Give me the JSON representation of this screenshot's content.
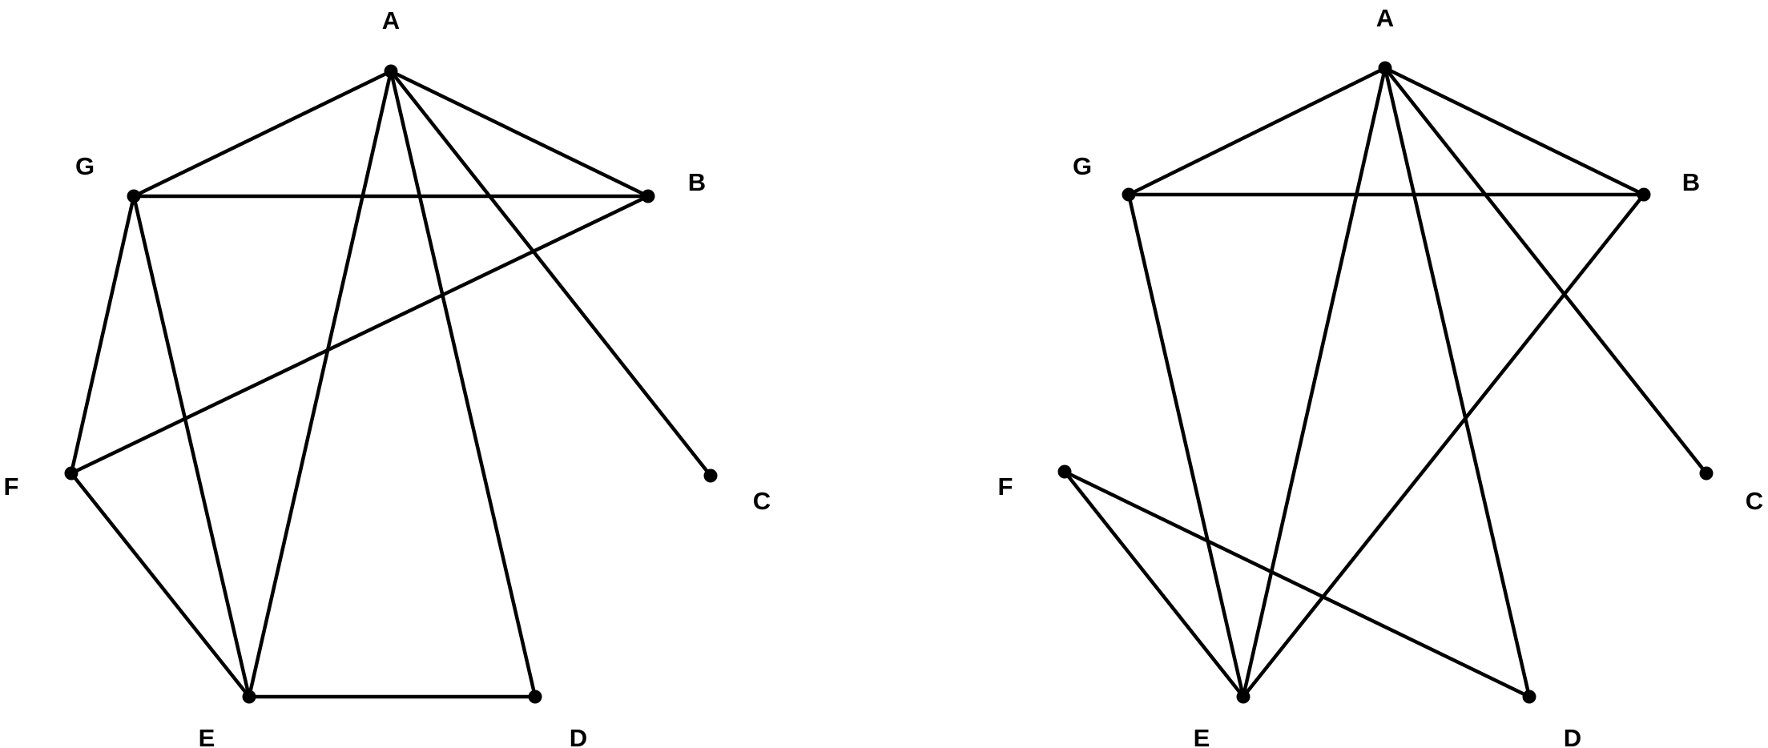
{
  "colors": {
    "ink": "#000000",
    "background": "#ffffff"
  },
  "graphs": [
    {
      "name": "left-graph",
      "nodes": [
        "A",
        "B",
        "C",
        "D",
        "E",
        "F",
        "G"
      ],
      "edges": [
        [
          "A",
          "G"
        ],
        [
          "A",
          "B"
        ],
        [
          "A",
          "C"
        ],
        [
          "A",
          "E"
        ],
        [
          "A",
          "D"
        ],
        [
          "G",
          "B"
        ],
        [
          "G",
          "F"
        ],
        [
          "G",
          "E"
        ],
        [
          "B",
          "F"
        ],
        [
          "F",
          "E"
        ],
        [
          "E",
          "D"
        ]
      ]
    },
    {
      "name": "right-graph",
      "nodes": [
        "A",
        "B",
        "C",
        "D",
        "E",
        "F",
        "G"
      ],
      "edges": [
        [
          "A",
          "G"
        ],
        [
          "A",
          "B"
        ],
        [
          "A",
          "C"
        ],
        [
          "A",
          "E"
        ],
        [
          "A",
          "D"
        ],
        [
          "G",
          "B"
        ],
        [
          "G",
          "E"
        ],
        [
          "B",
          "E"
        ],
        [
          "F",
          "E"
        ],
        [
          "F",
          "D"
        ]
      ]
    }
  ]
}
